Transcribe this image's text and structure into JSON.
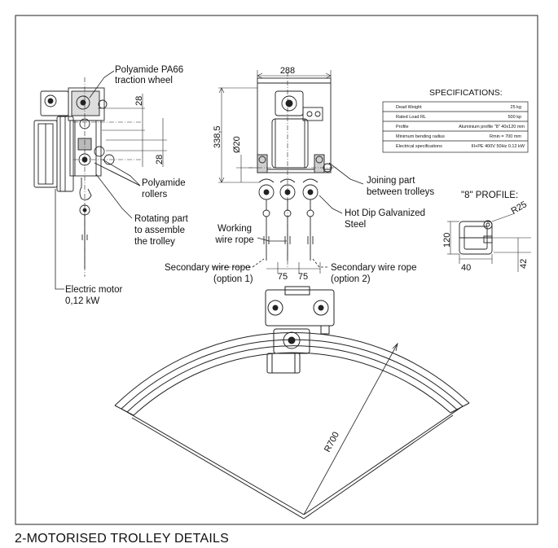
{
  "caption": "2-MOTORISED TROLLEY DETAILS",
  "labels": {
    "traction_wheel_1": "Polyamide PA66",
    "traction_wheel_2": "traction wheel",
    "rollers_1": "Polyamide",
    "rollers_2": "rollers",
    "rotating_1": "Rotating part",
    "rotating_2": "to assemble",
    "rotating_3": "the trolley",
    "motor_1": "Electric motor",
    "motor_2": "0,12 kW",
    "joining_1": "Joining part",
    "joining_2": "between trolleys",
    "steel_1": "Hot Dip Galvanized",
    "steel_2": "Steel",
    "working_1": "Working",
    "working_2": "wire rope",
    "sec1_1": "Secondary wire rope",
    "sec1_2": "(option 1)",
    "sec2_1": "Secondary wire rope",
    "sec2_2": "(option 2)"
  },
  "dimensions": {
    "d28_top": "28",
    "d28_bottom": "28",
    "width_288": "288",
    "height_338": "338,5",
    "dia_20": "Ø20",
    "spacing_75a": "75",
    "spacing_75b": "75",
    "radius_700": "R700",
    "profile_r25": "R25",
    "profile_120": "120",
    "profile_40": "40",
    "profile_42": "42"
  },
  "specifications": {
    "title": "SPECIFICATIONS:",
    "rows": [
      {
        "label": "Dead Weight",
        "value": "25 kg"
      },
      {
        "label": "Rated Load RL",
        "value": "500 kp"
      },
      {
        "label": "Profile",
        "value": "Aluminium profile \"8\" 40x120 mm"
      },
      {
        "label": "Minimum bending radius",
        "value": "Rmin = 700 mm"
      },
      {
        "label": "Electrical specifications",
        "value": "III+PE 400V 50Hz 0.12 kW"
      }
    ]
  },
  "profile_title": "\"8\" PROFILE:"
}
